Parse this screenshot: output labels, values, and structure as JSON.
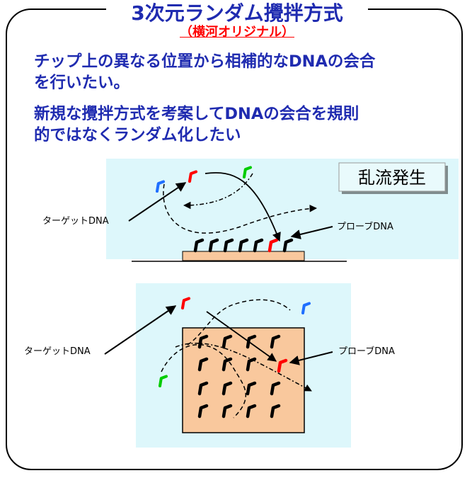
{
  "header": {
    "title": "3次元ランダム攪拌方式",
    "subtitle": "（横河オリジナル）"
  },
  "body_text": {
    "line1": "チップ上の異なる位置から相補的なDNAの会合",
    "line2": "を行いたい。",
    "line3": "新規な攪拌方式を考案してDNAの会合を規則",
    "line4": "的ではなくランダム化したい"
  },
  "top_diagram": {
    "badge": "乱流発生",
    "target_label": "ターゲットDNA",
    "probe_label": "プローブDNA"
  },
  "bottom_diagram": {
    "target_label": "ターゲットDNA",
    "probe_label": "プローブDNA"
  },
  "colors": {
    "accent_blue": "#1f2bb0",
    "accent_red": "#ff0000",
    "panel_bg": "#ddf7fb",
    "chip": "#f9c89d",
    "dna_red": "#ff0000",
    "dna_green": "#00cc00",
    "dna_blue": "#1f6fff"
  }
}
